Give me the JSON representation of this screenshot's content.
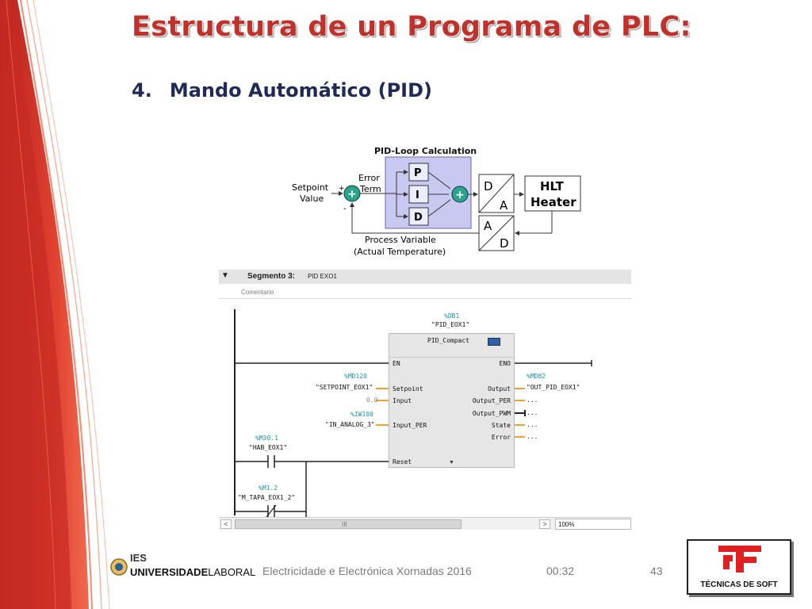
{
  "slide": {
    "title": "Estructura de un Programa de PLC:",
    "item_number": "4.",
    "item_label": "Mando Automático (PID)"
  },
  "pid_diagram": {
    "heading": "PID-Loop Calculation",
    "setpoint_line1": "Setpoint",
    "setpoint_line2": "Value",
    "error_line1": "Error",
    "error_line2": "Term",
    "p": "P",
    "i": "I",
    "d": "D",
    "dac_top": "D",
    "dac_bottom": "A",
    "adc_top": "A",
    "adc_bottom": "D",
    "heater_line1": "HLT",
    "heater_line2": "Heater",
    "pv_line1": "Process Variable",
    "pv_line2": "(Actual Temperature)",
    "plus": "+",
    "minus": "-"
  },
  "tia": {
    "segment_label": "Segmento 3:",
    "segment_name": "PID EXO1",
    "comment_placeholder": "Comentario",
    "db_address": "%DB1",
    "db_name": "\"PID_EOX1\"",
    "block_title": "PID_Compact",
    "inputs": {
      "en": "EN",
      "setpoint": "Setpoint",
      "input": "Input",
      "input_per": "Input_PER",
      "reset": "Reset"
    },
    "outputs": {
      "eno": "ENO",
      "output": "Output",
      "output_per": "Output_PER",
      "output_pwm": "Output_PWM",
      "state": "State",
      "error": "Error"
    },
    "operands": {
      "setpoint_addr": "%MD120",
      "setpoint_tag": "\"SETPOINT_EOX1\"",
      "input_value": "0.0",
      "input_per_addr": "%IW100",
      "input_per_tag": "\"IN_ANALOG_3\"",
      "output_addr": "%MD82",
      "output_tag": "\"OUT_PID_EOX1\"",
      "unconnected": "..."
    },
    "contacts": {
      "c1_addr": "%M30.1",
      "c1_tag": "\"HAB_EOX1\"",
      "c2_addr": "%M1.2",
      "c2_tag": "\"M_TAPA_EOX1_2\""
    },
    "scroll_grip": "III",
    "zoom": "100%"
  },
  "footer": {
    "ies_line1": "IES",
    "ies_line2_bold": "UNIVERSIDADE",
    "ies_line2_rest": "LABORAL",
    "event": "Electricidade e Electrónica Xornadas 2016",
    "time": "00:32",
    "page": "43",
    "company": "TÉCNICAS DE SOFT"
  },
  "colors": {
    "title": "#c0312b",
    "subtitle": "#1f2a55",
    "band": "#d9322a",
    "pid_box": "#c8c8f0",
    "summer": "#2aa58a",
    "operand": "#1a8fa6"
  }
}
